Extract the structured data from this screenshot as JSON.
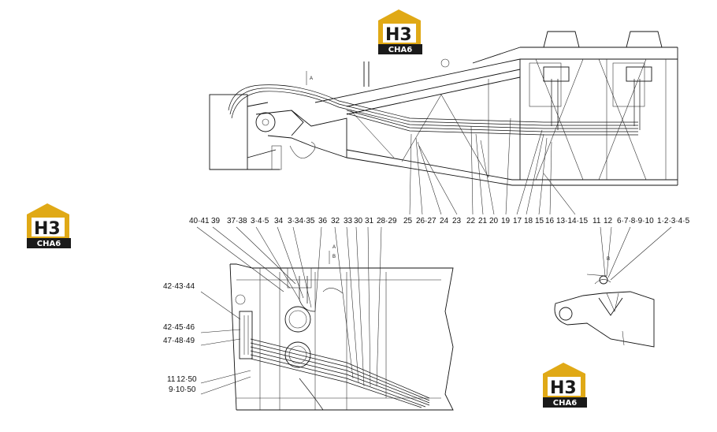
{
  "logos": [
    {
      "id": "logo-top",
      "mark": "H3",
      "text": "CHA6"
    },
    {
      "id": "logo-left",
      "mark": "H3",
      "text": "CHA6"
    },
    {
      "id": "logo-bottom-right",
      "mark": "H3",
      "text": "CHA6"
    }
  ],
  "colors": {
    "logo_gold": "#E0A916",
    "logo_dark": "#1A1A1A",
    "line": "#111111"
  },
  "views": {
    "view_a": "A",
    "view_b": "B"
  },
  "callouts": {
    "row_top_right": [
      "25",
      "26·27",
      "24",
      "23",
      "22",
      "21",
      "20",
      "19",
      "17",
      "18",
      "15",
      "16",
      "13·14·15",
      "11",
      "12",
      "6·7·8·9·10",
      "1·2·3·4·5"
    ],
    "row_middle": [
      "40·41",
      "39",
      "37·38",
      "3·4·5",
      "34",
      "3·34·35",
      "36",
      "32",
      "33",
      "30",
      "31",
      "28·29"
    ],
    "left_stack": [
      "42·43·44",
      "42·45·46",
      "47·48·49",
      "11",
      "12·50",
      "9·10·50"
    ]
  }
}
